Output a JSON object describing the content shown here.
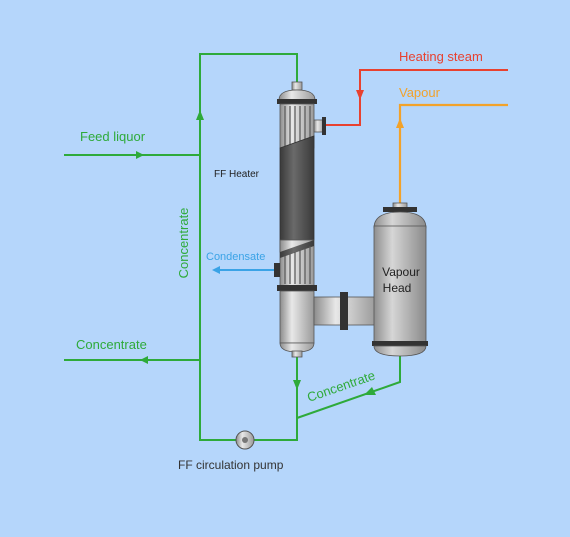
{
  "colors": {
    "background": "#b5d6fb",
    "liquor_line": "#2eaa3a",
    "steam_line": "#e8412f",
    "vapour_line": "#f2a22a",
    "condensate_line": "#3aa3e6",
    "vessel_dark": "#4a4a4a",
    "vessel_light": "#c0c0c0"
  },
  "labels": {
    "heating_steam": "Heating steam",
    "vapour": "Vapour",
    "feed_liquor": "Feed liquor",
    "ff_heater": "FF Heater",
    "condensate": "Condensate",
    "concentrate_vertical": "Concentrate",
    "vapour_head_line1": "Vapour",
    "vapour_head_line2": "Head",
    "concentrate_outlet": "Concentrate",
    "concentrate_return": "Concentrate",
    "circulation_pump": "FF circulation pump"
  }
}
